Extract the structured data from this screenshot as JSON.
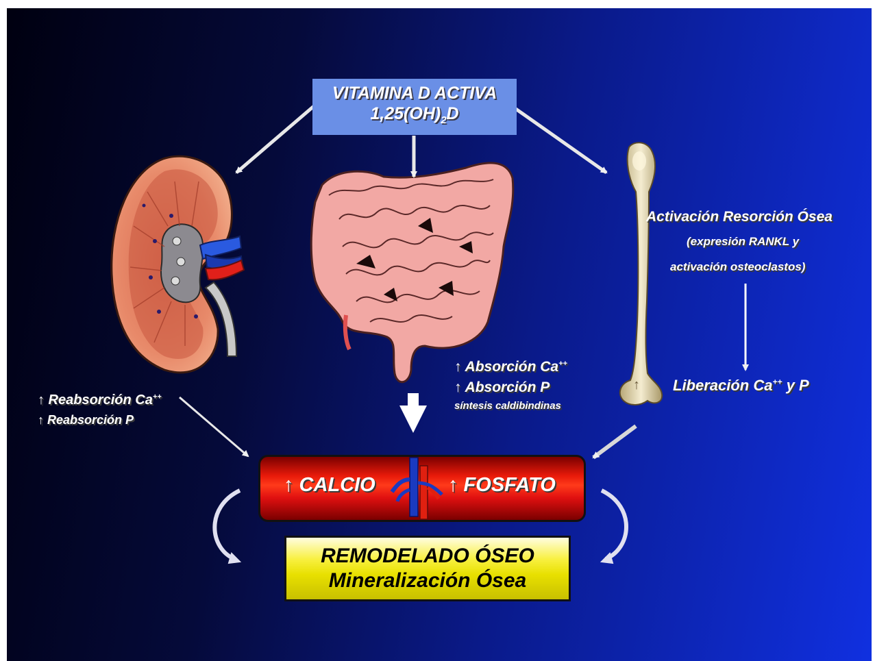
{
  "source": {
    "line1": "VITAMINA D ACTIVA",
    "line2_pre": "1,25(OH)",
    "line2_sub": "2",
    "line2_post": "D"
  },
  "kidney": {
    "line1": "↑ Reabsorción Ca",
    "line1_sup": "++",
    "line2": "↑ Reabsorción P"
  },
  "intestine": {
    "line1": "↑ Absorción Ca",
    "line1_sup": "++",
    "line2": "↑ Absorción P",
    "line3": "síntesis caldibindinas"
  },
  "bone": {
    "line1": "Activación Resorción Ósea",
    "line2": "(expresión RANKL y",
    "line3": "activación osteoclastos)",
    "release_arrow": "↑",
    "release_pre": "Liberación Ca",
    "release_sup": "++",
    "release_post": " y P"
  },
  "blood": {
    "calcio": "↑ CALCIO",
    "fosfato": "↑ FOSFATO"
  },
  "result": {
    "line1": "REMODELADO ÓSEO",
    "line2": "Mineralización Ósea"
  },
  "colors": {
    "source_box": "#6a8fe6",
    "blood_box": "#e81a0a",
    "result_box": "#f0e820"
  }
}
